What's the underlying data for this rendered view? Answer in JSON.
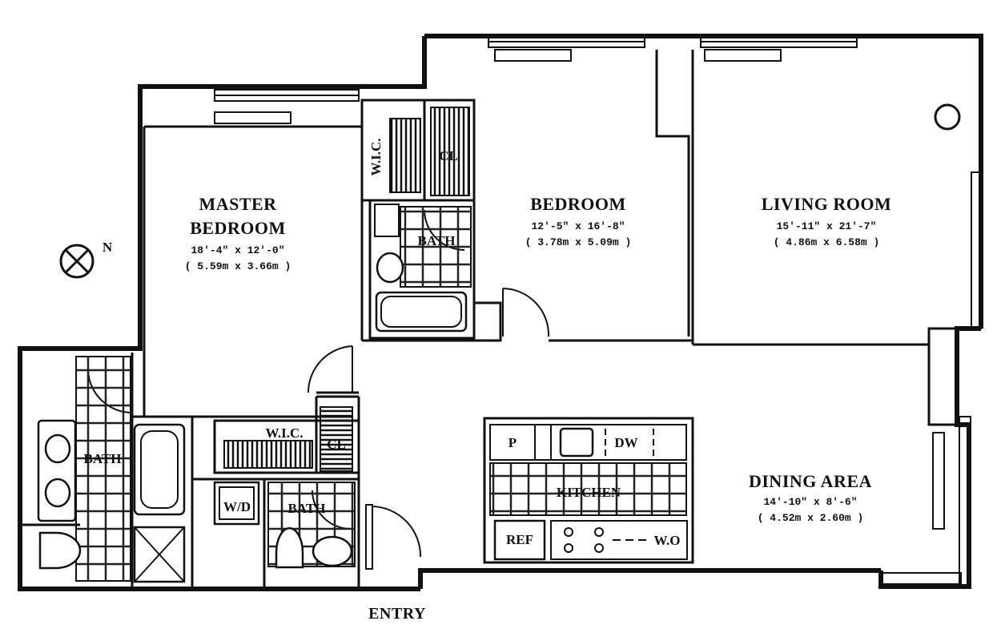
{
  "rooms": {
    "master_bedroom": {
      "name_line1": "MASTER",
      "name_line2": "BEDROOM",
      "dim_ft": "18'-4\" x 12'-0\"",
      "dim_m": "( 5.59m x 3.66m )"
    },
    "bedroom": {
      "name": "BEDROOM",
      "dim_ft": "12'-5\" x 16'-8\"",
      "dim_m": "( 3.78m x 5.09m )"
    },
    "living_room": {
      "name": "LIVING ROOM",
      "dim_ft": "15'-11\" x 21'-7\"",
      "dim_m": "( 4.86m x 6.58m )"
    },
    "dining_area": {
      "name": "DINING AREA",
      "dim_ft": "14'-10\" x 8'-6\"",
      "dim_m": "( 4.52m x 2.60m )"
    }
  },
  "fixtures": {
    "wic_upper": "W.I.C.",
    "cl_upper": "CL",
    "bath_upper": "BATH",
    "bath_left": "BATH",
    "wic_lower": "W.I.C.",
    "cl_lower": "CL",
    "wd": "W/D",
    "bath_lower": "BATH",
    "pantry": "P",
    "dishwasher": "DW",
    "kitchen": "KITCHEN",
    "refrigerator": "REF",
    "wall_oven": "W.O"
  },
  "compass": {
    "north": "N"
  },
  "entry": "ENTRY"
}
